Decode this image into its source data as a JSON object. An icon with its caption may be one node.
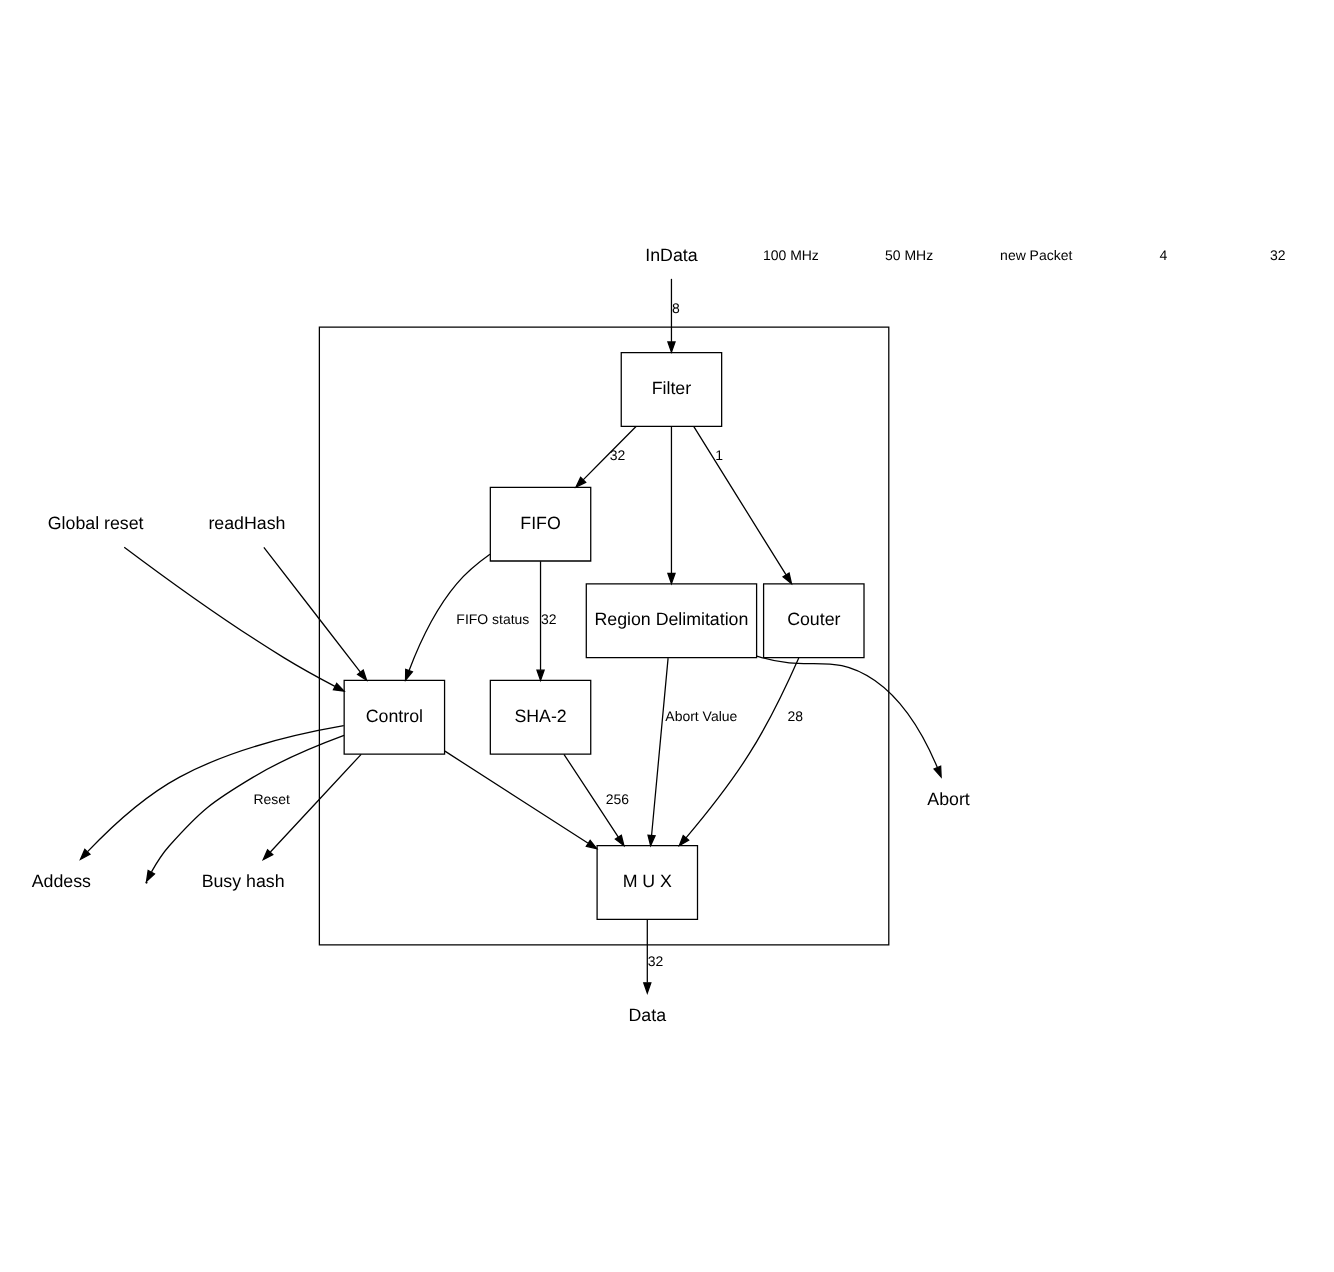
{
  "diagram": {
    "nodes": [
      {
        "text": [],
        "shape": "box"
      },
      {
        "text": [
          "Busy hash"
        ]
      },
      {
        "text": [
          "InData"
        ]
      },
      {
        "text": [
          "Abort"
        ]
      },
      {
        "text": [
          "Global reset"
        ]
      },
      {
        "text": [
          "Addess"
        ]
      },
      {
        "text": [
          "readHash"
        ]
      },
      {
        "text": [
          "Filter"
        ],
        "in": 0
      },
      {
        "text": [
          "Control"
        ],
        "in": 0
      },
      {
        "text": [
          "FIFO"
        ],
        "in": 0
      },
      {
        "text": [
          "Region Delimitation"
        ],
        "in": 0
      },
      {
        "text": [
          "SHA-2"
        ],
        "in": 0
      },
      {
        "text": [
          "M U X"
        ],
        "in": 0
      },
      {
        "text": [
          "Couter"
        ],
        "in": 0
      },
      {
        "text": [
          "Data"
        ]
      }
    ],
    "edges": [
      {
        "from": 8,
        "to": 1,
        "arrow": "to"
      },
      {
        "from": 2,
        "to": 7,
        "arrow": "to",
        "label": "8"
      },
      {
        "from": 10,
        "to": 3,
        "arrow": "to"
      },
      {
        "from": 4,
        "to": 8,
        "arrow": "to"
      },
      {
        "from": 8,
        "to": 5,
        "arrow": "to"
      },
      {
        "from": 6,
        "to": 8,
        "arrow": "to"
      },
      {
        "from": 8,
        "to": null,
        "arrow": "to",
        "label": "Reset"
      },
      {
        "from": 9,
        "to": 8,
        "arrow": "to",
        "label": "FIFO status"
      },
      {
        "from": 7,
        "to": 9,
        "arrow": "to",
        "label": "32"
      },
      {
        "from": 7,
        "to": 10,
        "arrow": "to"
      },
      {
        "from": 7,
        "to": 13,
        "arrow": "to",
        "label": "1"
      },
      {
        "from": 9,
        "to": 11,
        "arrow": "to",
        "label": "32"
      },
      {
        "from": 8,
        "to": 12,
        "arrow": "to"
      },
      {
        "from": 11,
        "to": 12,
        "arrow": "to",
        "label": "256"
      },
      {
        "from": 12,
        "to": 14,
        "arrow": "to",
        "label": "32"
      },
      {
        "from": 13,
        "to": 12,
        "arrow": "to",
        "label": "28"
      },
      {
        "from": 10,
        "to": 12,
        "arrow": "to",
        "label": "Abort Value"
      }
    ],
    "labels": [
      "100 MHz",
      "50 MHz",
      "new Packet",
      "4",
      "32"
    ]
  }
}
